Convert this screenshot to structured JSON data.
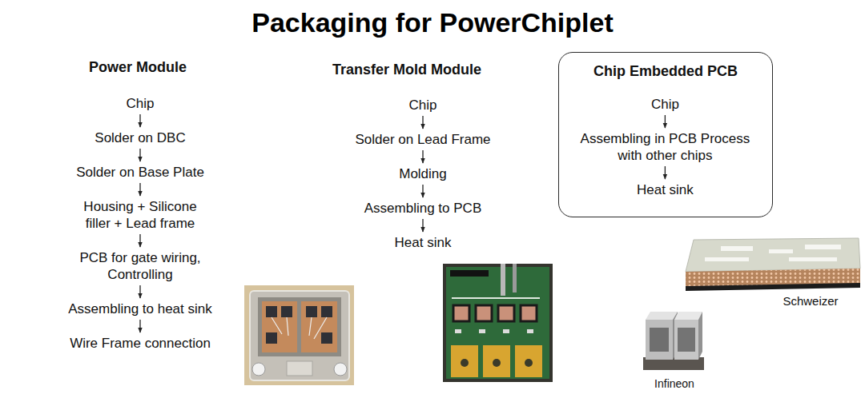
{
  "diagram": {
    "title": "Packaging for PowerChiplet",
    "nodes": [
      {
        "text": [
          "Chip"
        ]
      },
      {
        "text": [
          "Solder on DBC"
        ]
      },
      {
        "text": [
          "Solder on Base Plate"
        ]
      },
      {
        "text": [
          "Housing + Silicone filler + Lead frame"
        ]
      },
      {
        "text": [
          "PCB for gate wiring, Controlling"
        ]
      },
      {
        "text": [
          "Assembling to heat sink"
        ]
      },
      {
        "text": [
          "Wire Frame connection"
        ]
      },
      {
        "text": [
          "Chip"
        ]
      },
      {
        "text": [
          "Solder on Lead Frame"
        ]
      },
      {
        "text": [
          "Molding"
        ]
      },
      {
        "text": [
          "Assembling to PCB"
        ]
      },
      {
        "text": [
          "Heat sink"
        ]
      },
      {
        "text": [
          "Chip Embedded PCB"
        ]
      },
      {
        "text": [
          "Chip"
        ],
        "in": 12
      },
      {
        "text": [
          "Assembling in PCB Process with other chips"
        ],
        "in": 12
      },
      {
        "text": [
          "Heat sink"
        ],
        "in": 12
      }
    ],
    "edges": [
      {
        "from": 0,
        "to": 1,
        "arrow": "to"
      },
      {
        "from": 1,
        "to": 2,
        "arrow": "to"
      },
      {
        "from": 2,
        "to": 3,
        "arrow": "to"
      },
      {
        "from": 3,
        "to": 4,
        "arrow": "to"
      },
      {
        "from": 4,
        "to": 5,
        "arrow": "to"
      },
      {
        "from": 5,
        "to": 6,
        "arrow": "to"
      },
      {
        "from": 7,
        "to": 8,
        "arrow": "to"
      },
      {
        "from": 8,
        "to": 9,
        "arrow": "to"
      },
      {
        "from": 9,
        "to": 10,
        "arrow": "to"
      },
      {
        "from": 10,
        "to": 11,
        "arrow": "to"
      },
      {
        "from": 13,
        "to": 14,
        "arrow": "to"
      },
      {
        "from": 14,
        "to": 15,
        "arrow": "to"
      }
    ],
    "labels": [
      "Power Module",
      "Transfer Mold Module",
      "Infineon",
      "Schweizer"
    ]
  }
}
